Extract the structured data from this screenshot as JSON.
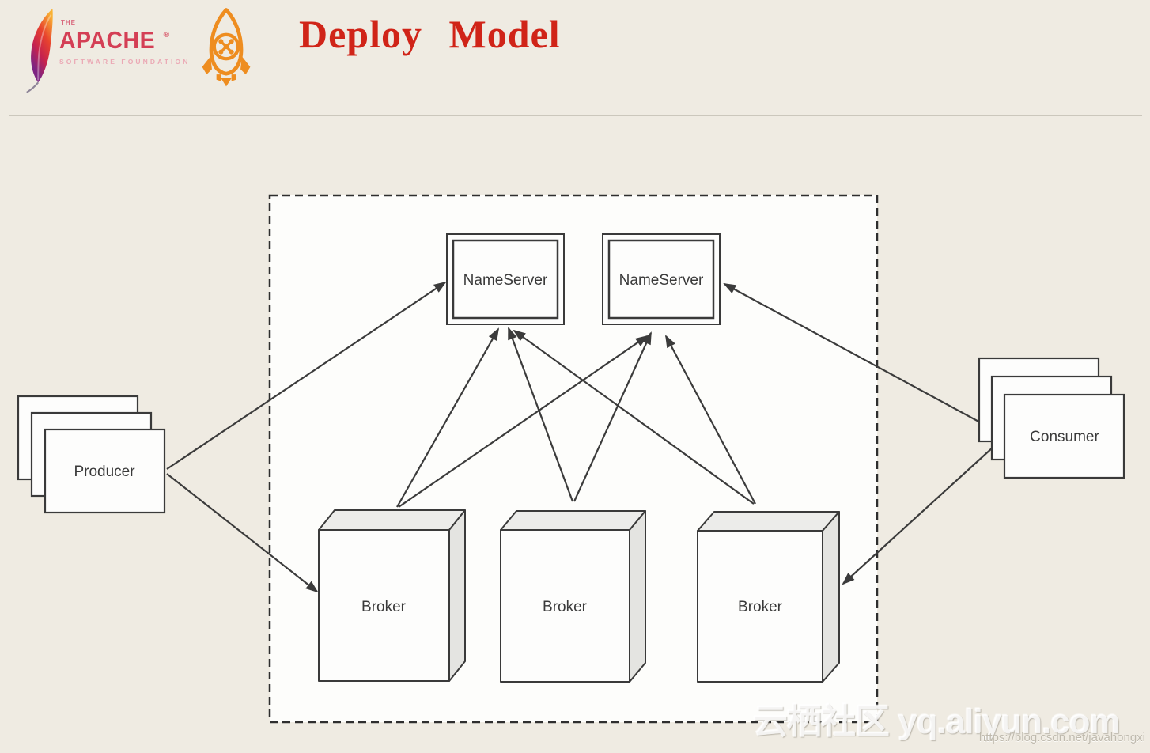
{
  "header": {
    "apache_logo": {
      "the": "THE",
      "name": "APACHE",
      "registered": "®",
      "subtitle": "SOFTWARE FOUNDATION"
    },
    "title": "Deploy Model"
  },
  "diagram": {
    "nameservers": [
      {
        "label": "NameServer"
      },
      {
        "label": "NameServer"
      }
    ],
    "brokers": [
      {
        "label": "Broker"
      },
      {
        "label": "Broker"
      },
      {
        "label": "Broker"
      }
    ],
    "producer": {
      "label": "Producer"
    },
    "consumer": {
      "label": "Consumer"
    },
    "connections": [
      "Producer -> NameServer 1",
      "Producer -> Broker 1",
      "Broker 1 -> NameServer 1",
      "Broker 1 -> NameServer 2",
      "Broker 2 -> NameServer 1",
      "Broker 2 -> NameServer 2",
      "Broker 3 -> NameServer 1",
      "Broker 3 -> NameServer 2",
      "Consumer -> NameServer 2",
      "Consumer -> Broker 3"
    ]
  },
  "icons": {
    "apache_feather": "apache-feather-icon",
    "rocketmq_rocket": "rocketmq-rocket-icon"
  },
  "colors": {
    "page_bg": "#efebe2",
    "cluster_bg": "#fdfdfb",
    "line_dark": "#3b3b3b",
    "box_border": "#3a3a3a",
    "box_face_top": "#ececea",
    "box_face_side": "#e4e4e1",
    "title_red": "#d02418",
    "apache_red": "#d43f55",
    "apache_pink": "#eba9b5",
    "rocket_orange": "#ee8d20"
  },
  "watermark": {
    "big": "云栖社区 yq.aliyun.com",
    "url": "https://blog.csdn.net/javahongxi"
  }
}
